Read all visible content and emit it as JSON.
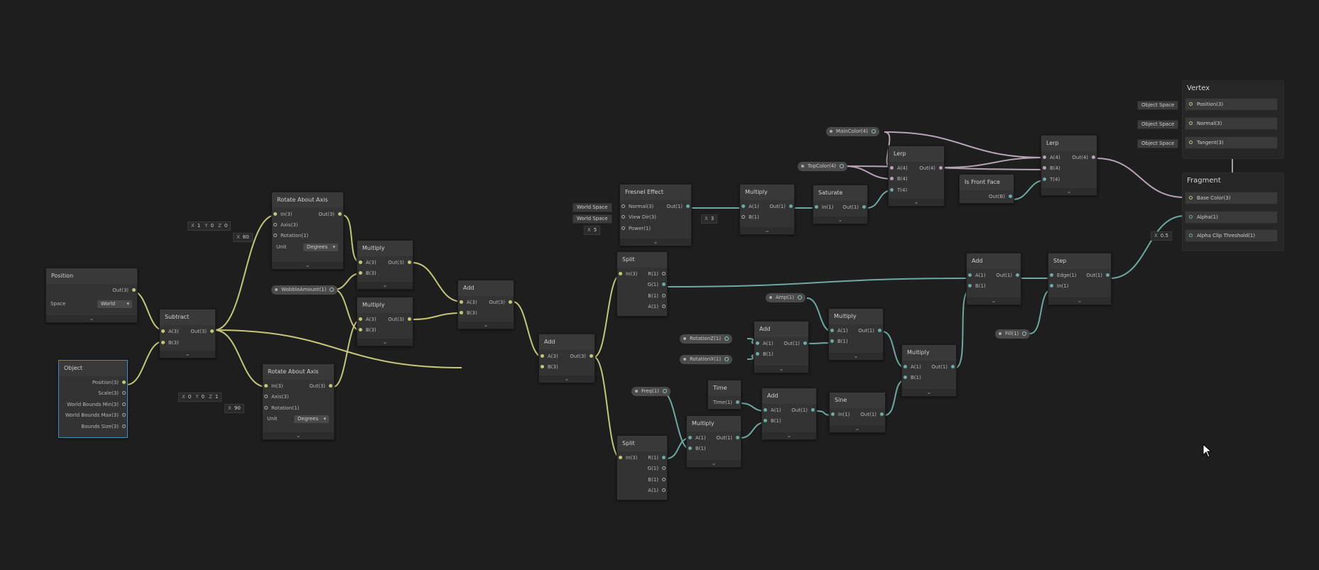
{
  "nodes": {
    "position": {
      "title": "Position",
      "out": "Out(3)",
      "space_label": "Space",
      "space_value": "World"
    },
    "object": {
      "title": "Object",
      "ports": [
        "Position(3)",
        "Scale(3)",
        "World Bounds Min(3)",
        "World Bounds Max(3)",
        "Bounds Size(3)"
      ]
    },
    "subtract": {
      "title": "Subtract",
      "a": "A(3)",
      "b": "B(3)",
      "out": "Out(3)"
    },
    "rotate1": {
      "title": "Rotate About Axis",
      "in": "In(3)",
      "axis": "Axis(3)",
      "rotation": "Rotation(1)",
      "out": "Out(3)",
      "unit_label": "Unit",
      "unit_value": "Degrees",
      "axis_x": "1",
      "axis_y": "0",
      "axis_z": "0",
      "rot_x": "80"
    },
    "rotate2": {
      "title": "Rotate About Axis",
      "in": "In(3)",
      "axis": "Axis(3)",
      "rotation": "Rotation(1)",
      "out": "Out(3)",
      "unit_label": "Unit",
      "unit_value": "Degrees",
      "axis_x": "0",
      "axis_y": "0",
      "axis_z": "1",
      "rot_x": "90"
    },
    "multiply1": {
      "title": "Multiply",
      "a": "A(3)",
      "b": "B(3)",
      "out": "Out(3)"
    },
    "multiply2": {
      "title": "Multiply",
      "a": "A(3)",
      "b": "B(3)",
      "out": "Out(3)"
    },
    "add1": {
      "title": "Add",
      "a": "A(3)",
      "b": "B(3)",
      "out": "Out(3)"
    },
    "add2": {
      "title": "Add",
      "a": "A(3)",
      "b": "B(3)",
      "out": "Out(3)"
    },
    "fresnel": {
      "title": "Fresnel Effect",
      "normal": "Normal(3)",
      "view": "View Dir(3)",
      "power": "Power(1)",
      "out": "Out(1)",
      "ctx_normal": "World Space",
      "ctx_view": "World Space",
      "power_x": "5"
    },
    "multiply3": {
      "title": "Multiply",
      "a": "A(1)",
      "b": "B(1)",
      "out": "Out(1)",
      "b_x": "3"
    },
    "saturate": {
      "title": "Saturate",
      "in": "In(1)",
      "out": "Out(1)"
    },
    "lerp1": {
      "title": "Lerp",
      "a": "A(4)",
      "b": "B(4)",
      "t": "T(4)",
      "out": "Out(4)"
    },
    "isfrontface": {
      "title": "Is Front Face",
      "out": "Out(B)"
    },
    "lerp2": {
      "title": "Lerp",
      "a": "A(4)",
      "b": "B(4)",
      "t": "T(4)",
      "out": "Out(4)"
    },
    "split1": {
      "title": "Split",
      "in": "In(3)",
      "ports": [
        "R(1)",
        "G(1)",
        "B(1)",
        "A(1)"
      ]
    },
    "split2": {
      "title": "Split",
      "in": "In(3)",
      "ports": [
        "R(1)",
        "G(1)",
        "B(1)",
        "A(1)"
      ]
    },
    "add3": {
      "title": "Add",
      "a": "A(1)",
      "b": "B(1)",
      "out": "Out(1)"
    },
    "multiply4": {
      "title": "Multiply",
      "a": "A(1)",
      "b": "B(1)",
      "out": "Out(1)"
    },
    "multiply5": {
      "title": "Multiply",
      "a": "A(1)",
      "b": "B(1)",
      "out": "Out(1)"
    },
    "add4": {
      "title": "Add",
      "a": "A(1)",
      "b": "B(1)",
      "out": "Out(1)"
    },
    "time": {
      "title": "Time",
      "out": "Time(1)"
    },
    "add5": {
      "title": "Add",
      "a": "A(1)",
      "b": "B(1)",
      "out": "Out(1)"
    },
    "sine": {
      "title": "Sine",
      "in": "In(1)",
      "out": "Out(1)"
    },
    "multiply6": {
      "title": "Multiply",
      "a": "A(1)",
      "b": "B(1)",
      "out": "Out(1)"
    },
    "step": {
      "title": "Step",
      "edge": "Edge(1)",
      "in": "In(1)",
      "out": "Out(1)"
    }
  },
  "properties": {
    "wobble": "WobbleAmount(1)",
    "maincolor": "MainColor(4)",
    "topcolor": "TopColor(4)",
    "amp": "Amp(1)",
    "rotationz": "RotationZ(1)",
    "rotationx": "RotationX(1)",
    "freq": "Freq(1)",
    "fill": "Fill(1)"
  },
  "master": {
    "vertex": {
      "title": "Vertex",
      "blocks": [
        "Position(3)",
        "Normal(3)",
        "Tangent(3)"
      ],
      "ctx": [
        "Object Space",
        "Object Space",
        "Object Space"
      ]
    },
    "fragment": {
      "title": "Fragment",
      "blocks": [
        "Base Color(3)",
        "Alpha(1)",
        "Alpha Clip Threshold(1)"
      ],
      "alpha_clip_x": "0.5"
    }
  },
  "colors": {
    "background": "#1e1e1e",
    "wire_vector": "#c4c77a",
    "wire_float": "#6fa8a0",
    "wire_color": "#b6a3b3",
    "selection": "#3c8ebd"
  },
  "icons": {
    "expand": "chevron-down-icon",
    "cursor": "mouse-pointer-icon"
  }
}
